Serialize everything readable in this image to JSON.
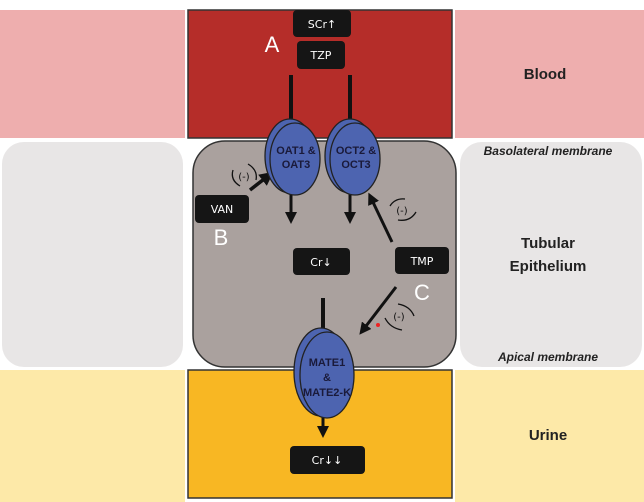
{
  "regions": {
    "blood": "Blood",
    "basolateral": "Basolateral membrane",
    "tubular_line1": "Tubular",
    "tubular_line2": "Epithelium",
    "apical": "Apical membrane",
    "urine": "Urine"
  },
  "boxes": {
    "scr": "SCr↑",
    "tzp": "TZP",
    "van": "VAN",
    "cr_cell": "Cr↓",
    "tmp": "TMP",
    "cr_urine": "Cr↓↓"
  },
  "markers": {
    "a": "A",
    "b": "B",
    "c": "C"
  },
  "transporters": {
    "oat_line1": "OAT1 &",
    "oat_line2": "OAT3",
    "oct_line1": "OCT2 &",
    "oct_line2": "OCT3",
    "mate_line1": "MATE1",
    "mate_line2": "&",
    "mate_line3": "MATE2-K"
  },
  "inhibition": "(-)",
  "colors": {
    "blood": "#b52d29",
    "blood_side": "#eeaeae",
    "cell": "#aaa19e",
    "cell_side": "#e8e6e6",
    "urine": "#f8b723",
    "urine_side": "#fde9a8",
    "transporter": "#4d64b0"
  }
}
